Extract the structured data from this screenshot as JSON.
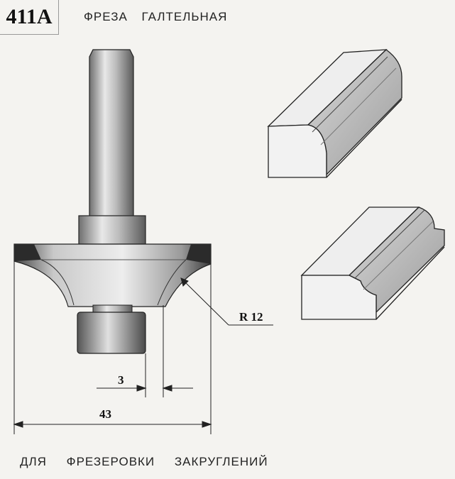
{
  "header": {
    "code": "411A",
    "title": "ФРЕЗА ГАЛТЕЛЬНАЯ"
  },
  "dimensions": {
    "radius_label": "R 12",
    "width_label": "3",
    "diameter_label": "43"
  },
  "caption": "ДЛЯ ФРЕЗЕРОВКИ ЗАКРУГЛЕНИЙ"
}
